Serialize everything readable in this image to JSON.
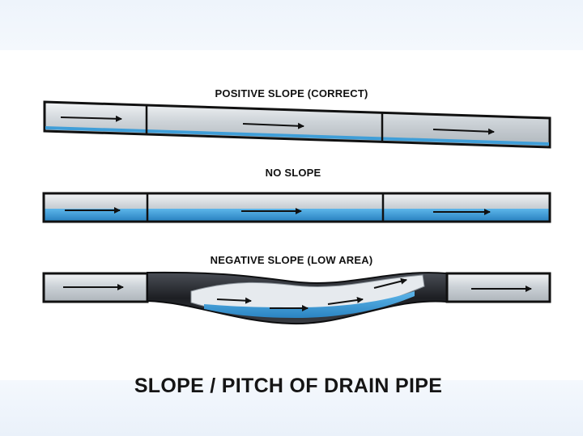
{
  "labels": {
    "positive": "POSITIVE SLOPE (CORRECT)",
    "none": "NO SLOPE",
    "negative": "NEGATIVE SLOPE (LOW AREA)"
  },
  "title": "SLOPE / PITCH OF DRAIN PIPE",
  "colors": {
    "pipe_wall": "#111111",
    "pipe_interior": "#d9dee2",
    "water": "#3f9ed8",
    "flexible_hose": "#2a2d33",
    "arrow": "#111111"
  }
}
